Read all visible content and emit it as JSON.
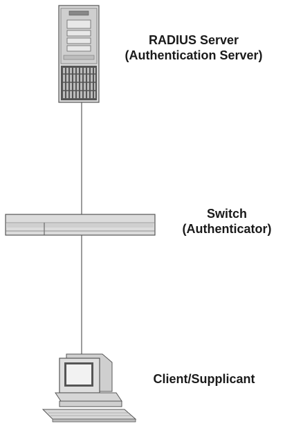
{
  "nodes": {
    "server": {
      "icon": "server-tower-icon",
      "label_line1": "RADIUS Server",
      "label_line2": "(Authentication Server)"
    },
    "switch": {
      "icon": "network-switch-icon",
      "label_line1": "Switch",
      "label_line2": "(Authenticator)"
    },
    "client": {
      "icon": "desktop-computer-icon",
      "label": "Client/Supplicant"
    }
  },
  "colors": {
    "line": "#555555",
    "device_fill": "#e6e6e6",
    "device_stroke": "#666666"
  }
}
